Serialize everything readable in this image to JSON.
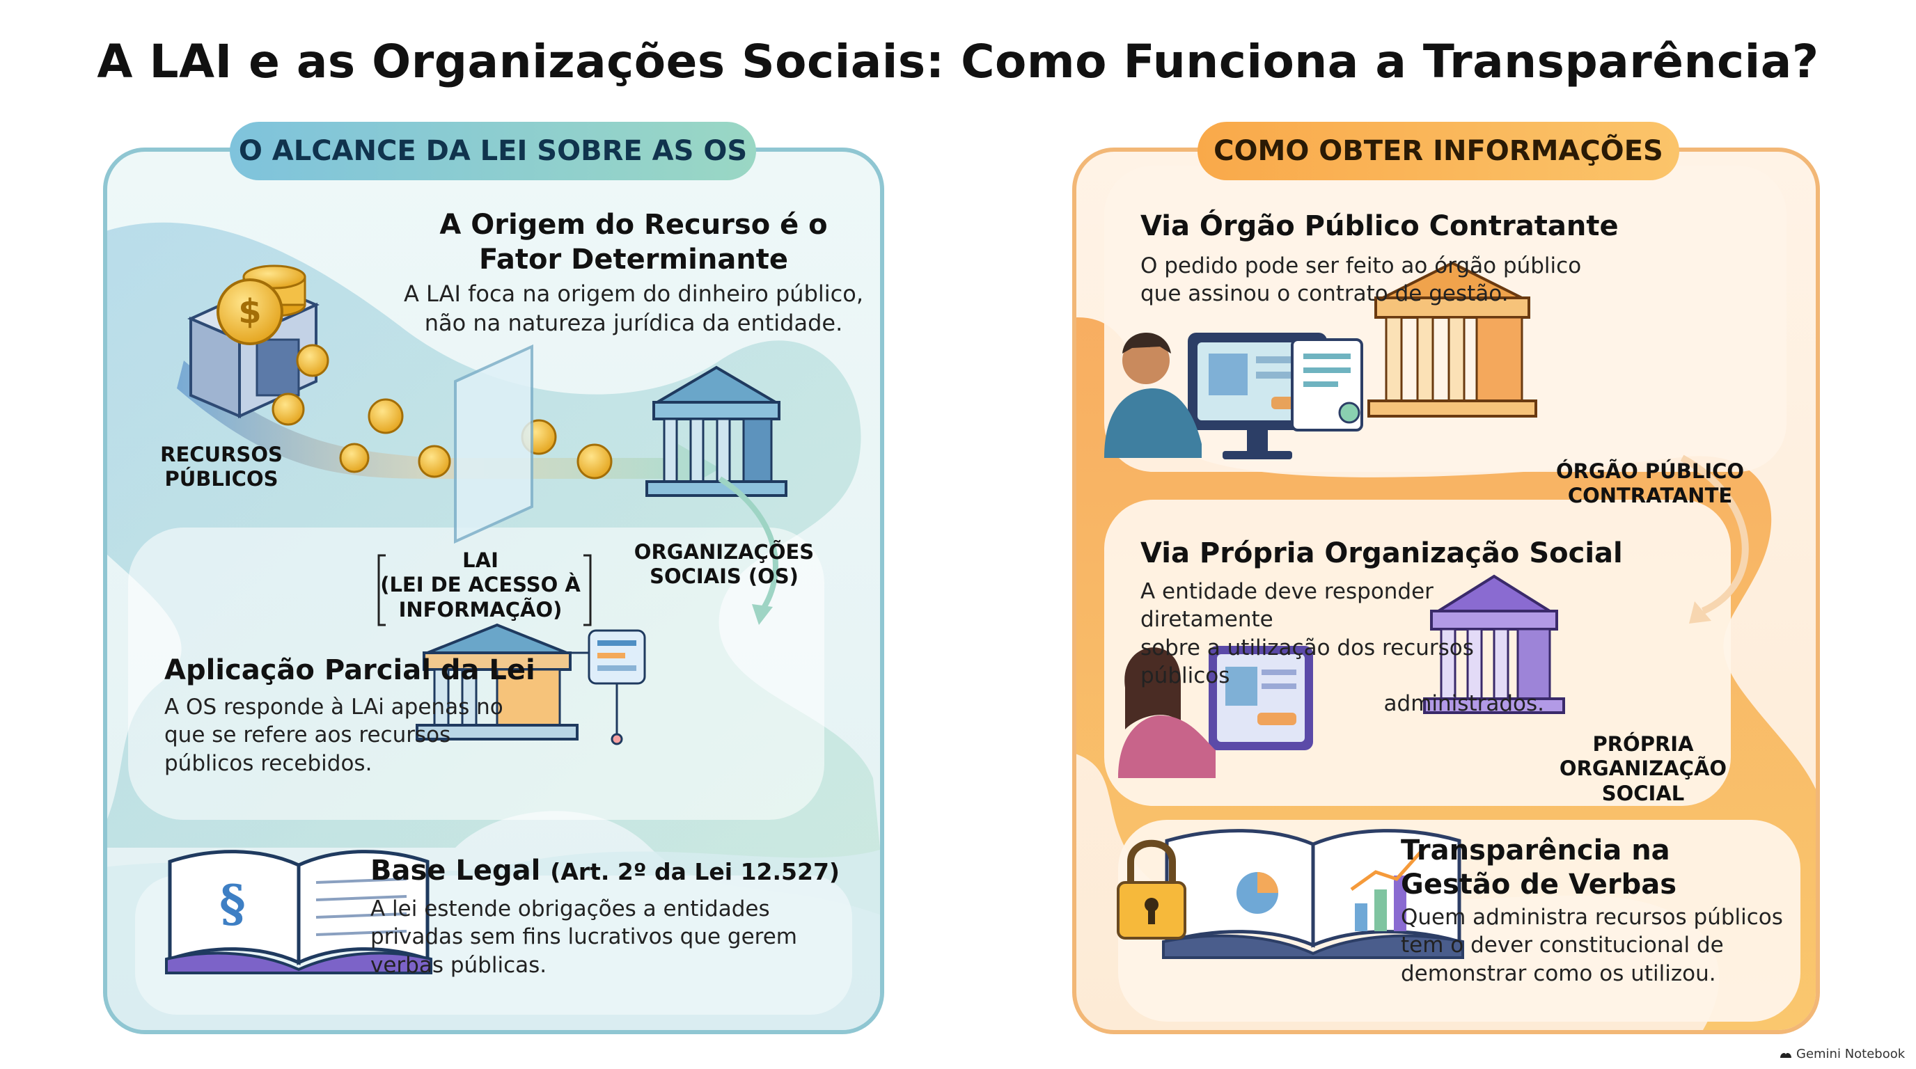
{
  "title": "A LAI e as Organizações Sociais: Como Funciona a Transparência?",
  "left": {
    "pill": "O ALCANCE DA LEI SOBRE AS OS",
    "origin": {
      "title_line1": "A Origem do Recurso é o",
      "title_line2": "Fator Determinante",
      "desc_line1": "A LAI foca na origem do dinheiro público,",
      "desc_line2": "não na natureza jurídica da entidade."
    },
    "labels": {
      "recursos_line1": "RECURSOS",
      "recursos_line2": "PÚBLICOS",
      "lai_line1": "LAI",
      "lai_line2": "(LEI DE ACESSO À",
      "lai_line3": "INFORMAÇÃO)",
      "os_line1": "ORGANIZAÇÕES",
      "os_line2": "SOCIAIS (OS)"
    },
    "partial": {
      "title": "Aplicação Parcial da Lei",
      "desc_line1": "A OS responde à LAi apenas no",
      "desc_line2": "que se refere aos recursos",
      "desc_line3": "públicos recebidos."
    },
    "base": {
      "title": "Base Legal",
      "title_sub": "(Art. 2º da Lei 12.527)",
      "desc_line1": "A lei estende obrigações a entidades",
      "desc_line2": "privadas sem fins lucrativos que gerem",
      "desc_line3": "verbas públicas."
    }
  },
  "right": {
    "pill": "COMO OBTER INFORMAÇÕES",
    "orgao": {
      "title": "Via Órgão Público Contratante",
      "desc_line1": "O pedido pode ser feito ao órgão público",
      "desc_line2": "que assinou o contrato de gestão.",
      "label_line1": "ÓRGÃO PÚBLICO",
      "label_line2": "CONTRATANTE"
    },
    "os": {
      "title": "Via Própria Organização Social",
      "desc_line1": "A entidade deve responder diretamente",
      "desc_line2": "sobre a utilização dos recursos públicos",
      "desc_line3": "administrados.",
      "label_line1": "PRÓPRIA",
      "label_line2": "ORGANIZAÇÃO",
      "label_line3": "SOCIAL"
    },
    "transp": {
      "title_line1": "Transparência na",
      "title_line2": "Gestão de Verbas",
      "desc_line1": "Quem administra recursos públicos",
      "desc_line2": "tem o dever constitucional de",
      "desc_line3": "demonstrar como os utilizou."
    }
  },
  "watermark": "Gemini Notebook",
  "colors": {
    "teal": "#5bb3c6",
    "orange": "#f59a3a",
    "gold": "#f6b93b",
    "purple": "#8a6bd1"
  }
}
